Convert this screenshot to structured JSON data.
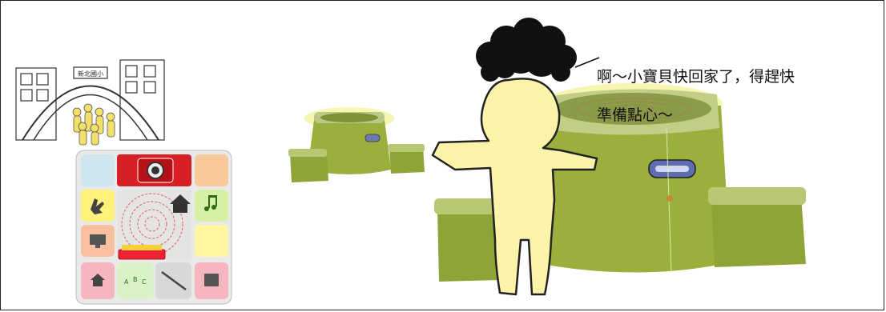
{
  "school_sign": "新北國小",
  "speech": {
    "line1": "啊～小寶貝快回家了，得趕快",
    "line2": "準備點心～"
  },
  "colors": {
    "table_green": "#9aaf3c",
    "table_dark": "#6f8a28",
    "figure_yellow": "#fbf3a8",
    "hair_black": "#111111"
  },
  "icons": [
    "school-gate-icon",
    "children-icon",
    "camera-icon",
    "home-icon",
    "music-note-icon",
    "hand-icon",
    "monitor-icon",
    "pen-icon",
    "book-icon",
    "keyboard-icon"
  ]
}
